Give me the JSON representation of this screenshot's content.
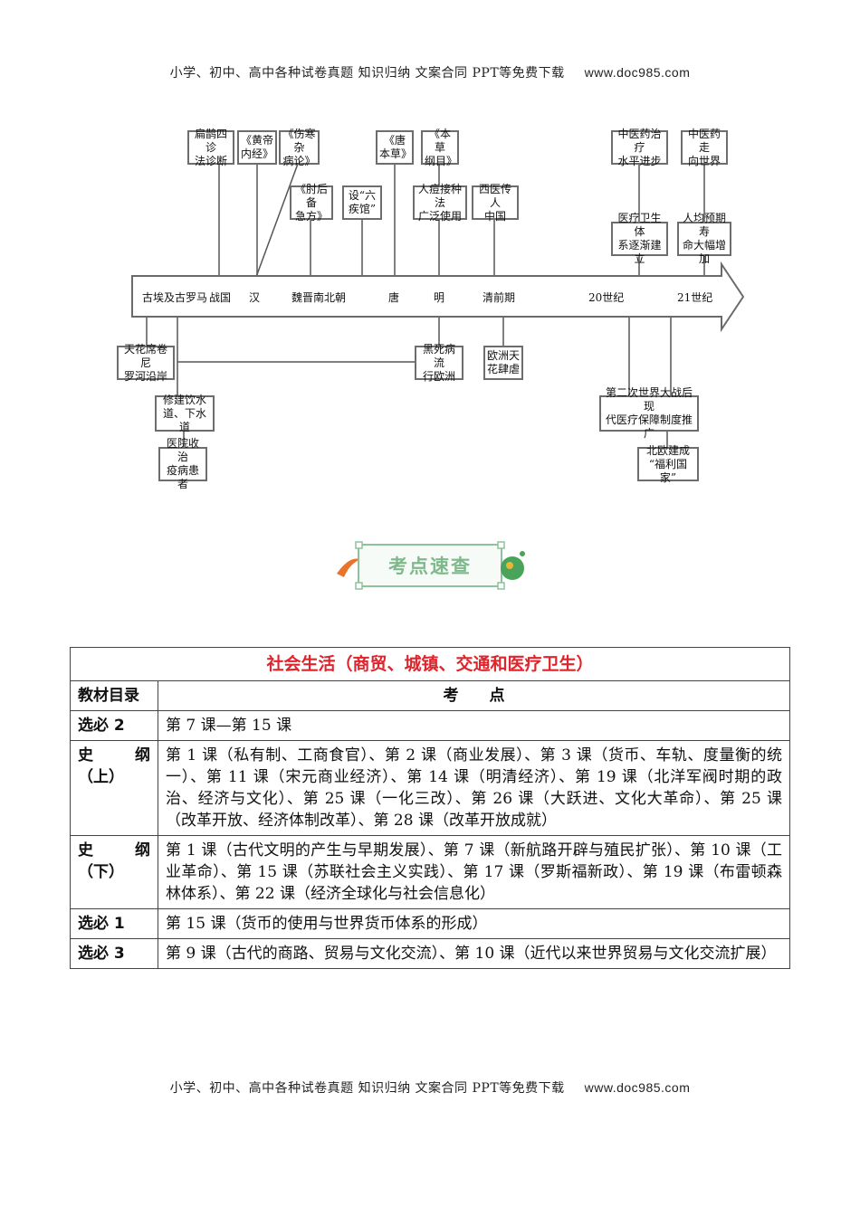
{
  "header": {
    "text": "小学、初中、高中各种试卷真题  知识归纳  文案合同  PPT等免费下载",
    "site": "www.doc985.com"
  },
  "footer": {
    "text": "小学、初中、高中各种试卷真题  知识归纳  文案合同  PPT等免费下载",
    "site": "www.doc985.com"
  },
  "timeline": {
    "eras": [
      "古埃及",
      "古罗马",
      "战国",
      "汉",
      "魏晋南北朝",
      "唐",
      "明",
      "清前期",
      "20世纪",
      "21世纪"
    ],
    "top_boxes": [
      "扁鹊四诊\n法诊断",
      "《黄帝\n内经》",
      "《伤寒杂\n病论》",
      "《唐\n本草》",
      "《本草\n纲目》",
      "中医药治疗\n水平进步",
      "中医药走\n向世界"
    ],
    "mid_boxes": [
      "《肘后备\n急方》",
      "设“六\n疾馆”",
      "人痘接种法\n广泛使用",
      "西医传人\n中国",
      "医疗卫生体\n系逐渐建立",
      "人均预期寿\n命大幅增加"
    ],
    "bottom_boxes": [
      "天花席卷尼\n罗河沿岸",
      "黑死病流\n行欧洲",
      "欧洲天\n花肆虐",
      "修建饮水\n道、下水道",
      "医院收治\n疫病患者",
      "第二次世界大战后现\n代医疗保障制度推广",
      "北欧建成\n“福利国家”"
    ]
  },
  "badge": {
    "label": "考点速查"
  },
  "table": {
    "title": "社会生活（商贸、城镇、交通和医疗卫生）",
    "header": {
      "col1": "教材目录",
      "col2_a": "考",
      "col2_b": "点"
    },
    "rows": [
      {
        "label": "选必 2",
        "content": "第 7 课—第 15 课"
      },
      {
        "label_a": "史",
        "label_b": "纲",
        "label_c": "（上）",
        "content": "第 1 课（私有制、工商食官）、第 2 课（商业发展）、第 3 课（货币、车轨、度量衡的统一）、第 11 课（宋元商业经济）、第 14 课（明清经济）、第 19 课（北洋军阀时期的政治、经济与文化）、第 25 课（一化三改）、第 26 课（大跃进、文化大革命）、第 25 课（改革开放、经济体制改革）、第 28 课（改革开放成就）"
      },
      {
        "label_a": "史",
        "label_b": "纲",
        "label_c": "（下）",
        "content": "第 1 课（古代文明的产生与早期发展）、第 7 课（新航路开辟与殖民扩张）、第 10 课（工业革命）、第 15 课（苏联社会主义实践）、第 17 课（罗斯福新政）、第 19 课（布雷顿森林体系）、第 22 课（经济全球化与社会信息化）"
      },
      {
        "label": "选必 1",
        "content": "第 15 课（货币的使用与世界货币体系的形成）"
      },
      {
        "label": "选必 3",
        "content": "第 9 课（古代的商路、贸易与文化交流）、第 10 课（近代以来世界贸易与文化交流扩展）"
      }
    ]
  }
}
